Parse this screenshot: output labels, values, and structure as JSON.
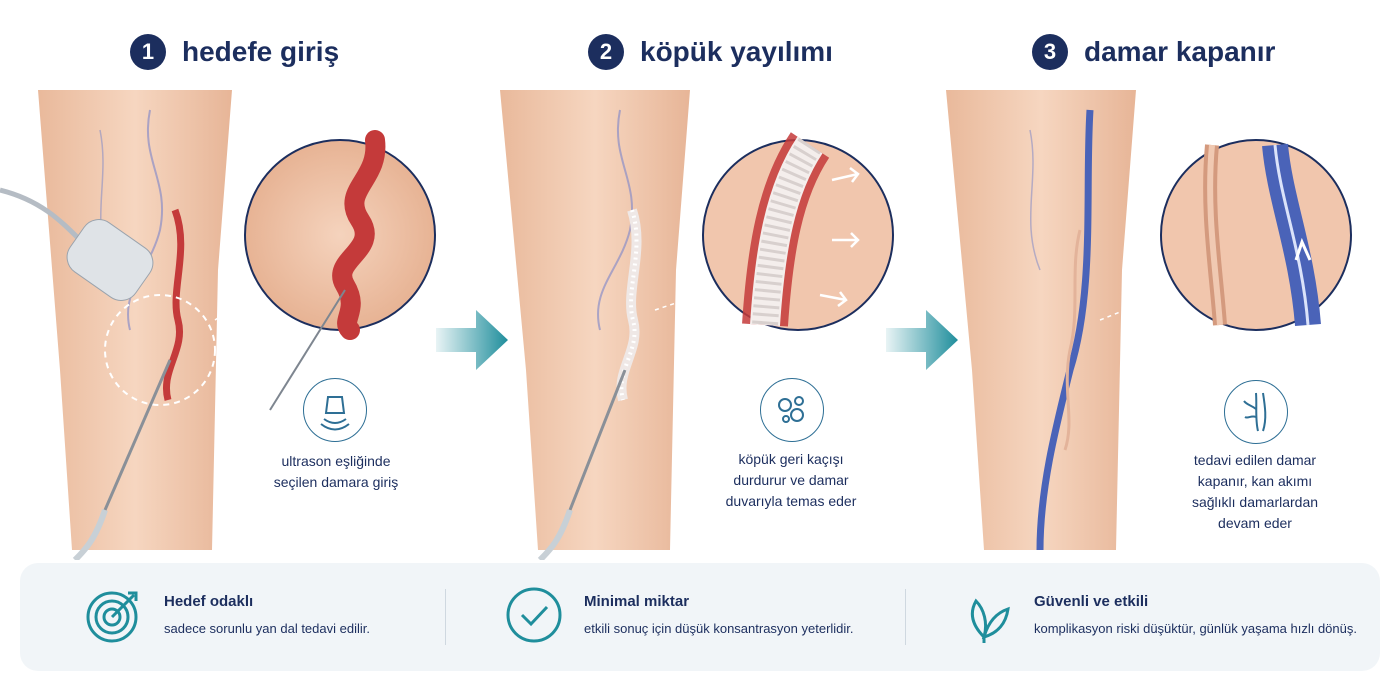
{
  "steps": [
    {
      "number": "1",
      "title": "hedefe giriş",
      "caption_lines": [
        "ultrason eşliğinde",
        "seçilen damara giriş"
      ],
      "icon": "ultrasound-probe-icon"
    },
    {
      "number": "2",
      "title": "köpük yayılımı",
      "caption_lines": [
        "köpük geri kaçışı",
        "durdurur ve damar",
        "duvarıyla temas eder"
      ],
      "icon": "foam-bubbles-icon"
    },
    {
      "number": "3",
      "title": "damar kapanır",
      "caption_lines": [
        "tedavi edilen damar",
        "kapanır, kan akımı",
        "sağlıklı damarlardan",
        "devam eder"
      ],
      "icon": "vein-branch-icon"
    }
  ],
  "features": [
    {
      "title": "Hedef odaklı",
      "description": "sadece sorunlu yan dal tedavi edilir.",
      "icon": "target-icon"
    },
    {
      "title": "Minimal miktar",
      "description": "etkili sonuç için düşük konsantrasyon yeterlidir.",
      "icon": "check-circle-icon"
    },
    {
      "title": "Güvenli ve etkili",
      "description": "komplikasyon riski düşüktür, günlük yaşama hızlı dönüş.",
      "icon": "leaf-icon"
    }
  ],
  "colors": {
    "navy": "#1c2e5e",
    "teal": "#1f8e9c",
    "vein_red": "#c43a3a",
    "vein_blue": "#4a63b8",
    "skin": "#f2c9ad"
  }
}
